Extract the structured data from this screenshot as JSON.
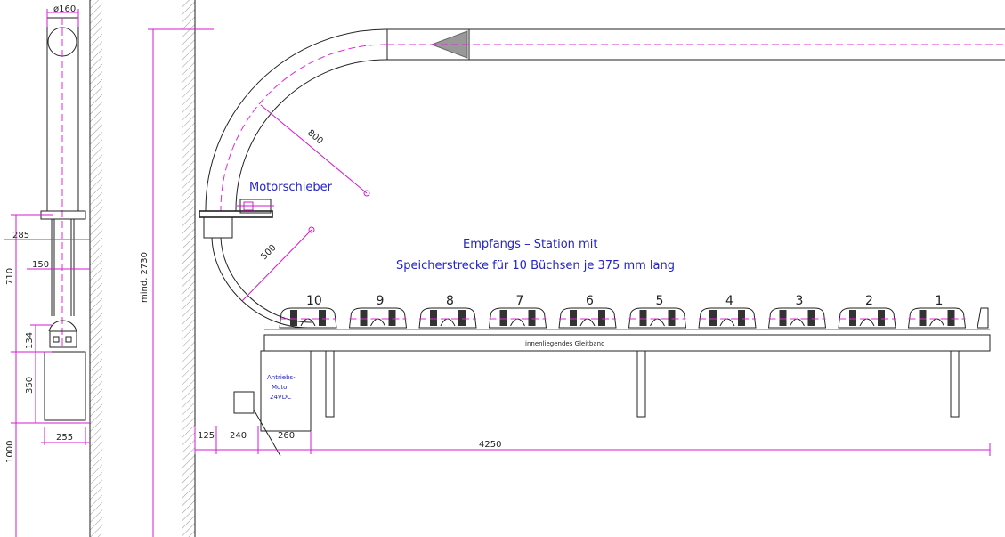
{
  "labels": {
    "diameter": "ø160",
    "motorschieber": "Motorschieber",
    "station_line1": "Empfangs – Station  mit",
    "station_line2": "Speicherstrecke für 10 Büchsen je 375 mm lang",
    "belt": "innenliegendes Gleitband",
    "motor_line1": "Antriebs-",
    "motor_line2": "Motor",
    "motor_line3": "24VDC"
  },
  "dims": {
    "d285": "285",
    "d150": "150",
    "d710": "710",
    "d134": "134",
    "d350": "350",
    "d1000": "1000",
    "d255": "255",
    "d2730": "mind. 2730",
    "r800": "800",
    "r500": "500",
    "d125": "125",
    "d240": "240",
    "d260": "260",
    "d4250": "4250"
  },
  "slots": [
    "10",
    "9",
    "8",
    "7",
    "6",
    "5",
    "4",
    "3",
    "2",
    "1"
  ],
  "colors": {
    "dimension": "#d41bd4",
    "annotation": "#2323c8",
    "line": "#222222"
  }
}
